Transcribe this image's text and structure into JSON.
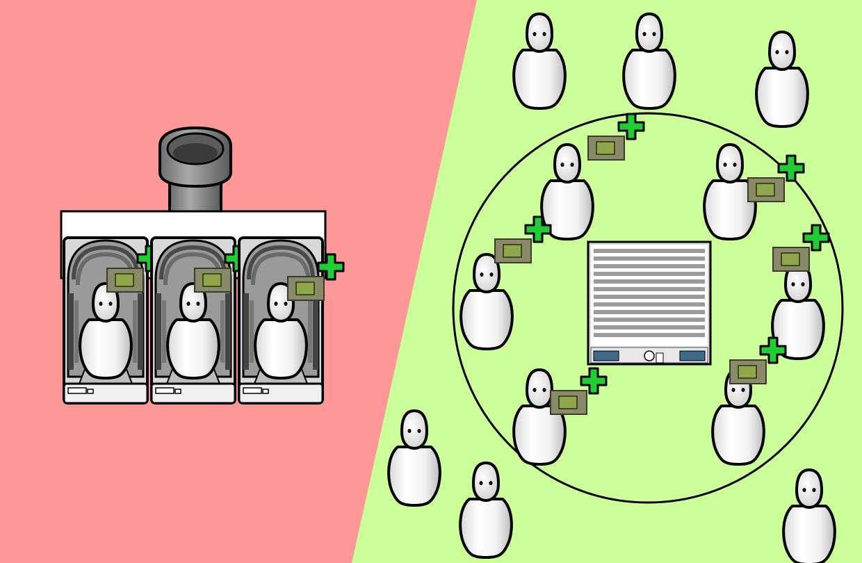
{
  "colors": {
    "left_panel": "#ff9899",
    "right_panel": "#ccff99",
    "outline": "#000000",
    "pawn_body": "#f4f4f4",
    "chip": "#8a8a6a",
    "chip_inner": "#8fa64a",
    "plus": "#22cc33",
    "pipe": "#8c8c8c",
    "machine_metal": "#d8d8d8"
  },
  "scene": {
    "left": {
      "name": "stasis pod bank",
      "pipe_icon": "exhaust-pipe-icon",
      "pods": [
        {
          "id": "pod-1",
          "occupant": "pawn-icon",
          "chip": "chip-plus-icon"
        },
        {
          "id": "pod-2",
          "occupant": "pawn-icon",
          "chip": "chip-plus-icon"
        },
        {
          "id": "pod-3",
          "occupant": "pawn-icon",
          "chip": "chip-plus-icon"
        }
      ]
    },
    "right": {
      "center_machine_icon": "server-rack-icon",
      "range_circle": true,
      "pawns_in_range_with_chip": 6,
      "pawns_outside_range": 6
    }
  }
}
